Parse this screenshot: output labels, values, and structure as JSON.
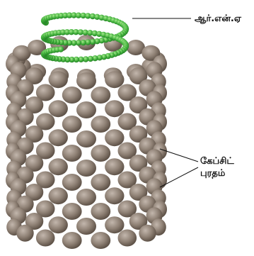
{
  "labels": {
    "rna": "ஆர்.என்.ஏ",
    "capsid_line1": "கேப்சிட்",
    "capsid_line2": "புரதம்"
  },
  "colors": {
    "rna_helix": "#3fae3a",
    "rna_highlight": "#8fe07a",
    "capsid_protein": "#8e8074",
    "capsid_shadow": "#5a4e44",
    "capsid_highlight": "#b9ada2",
    "pointer_line": "#111111"
  }
}
